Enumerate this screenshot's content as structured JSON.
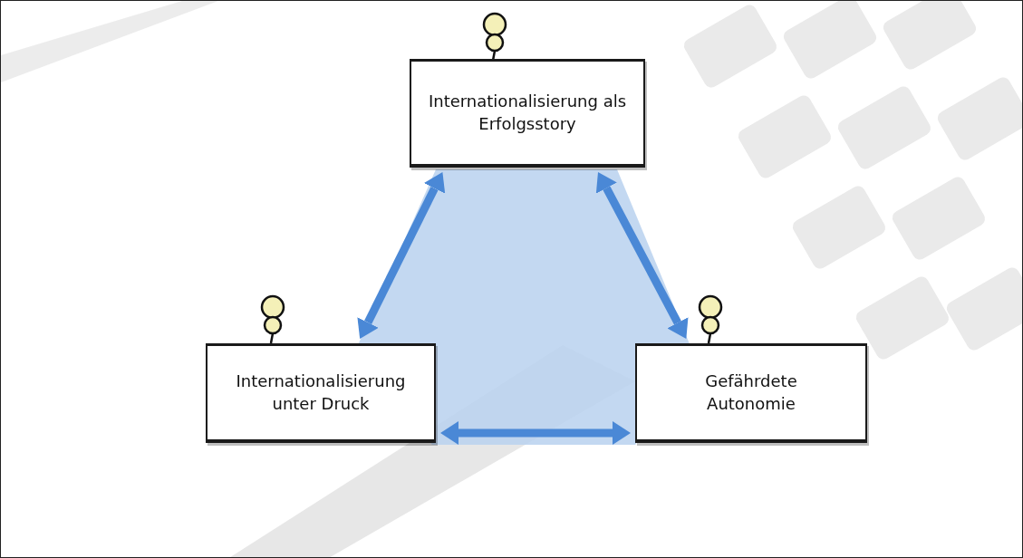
{
  "diagram": {
    "nodes": [
      {
        "text": [
          "Internationalisierung als Erfolgsstory"
        ]
      },
      {
        "text": [
          "Internationalisierung unter Druck"
        ]
      },
      {
        "text": [
          "Gefährdete Autonomie"
        ]
      }
    ],
    "edges": [
      {
        "from": 0,
        "to": 1,
        "arrow": "both"
      },
      {
        "from": 0,
        "to": 2,
        "arrow": "both"
      },
      {
        "from": 1,
        "to": 2,
        "arrow": "both"
      }
    ]
  }
}
